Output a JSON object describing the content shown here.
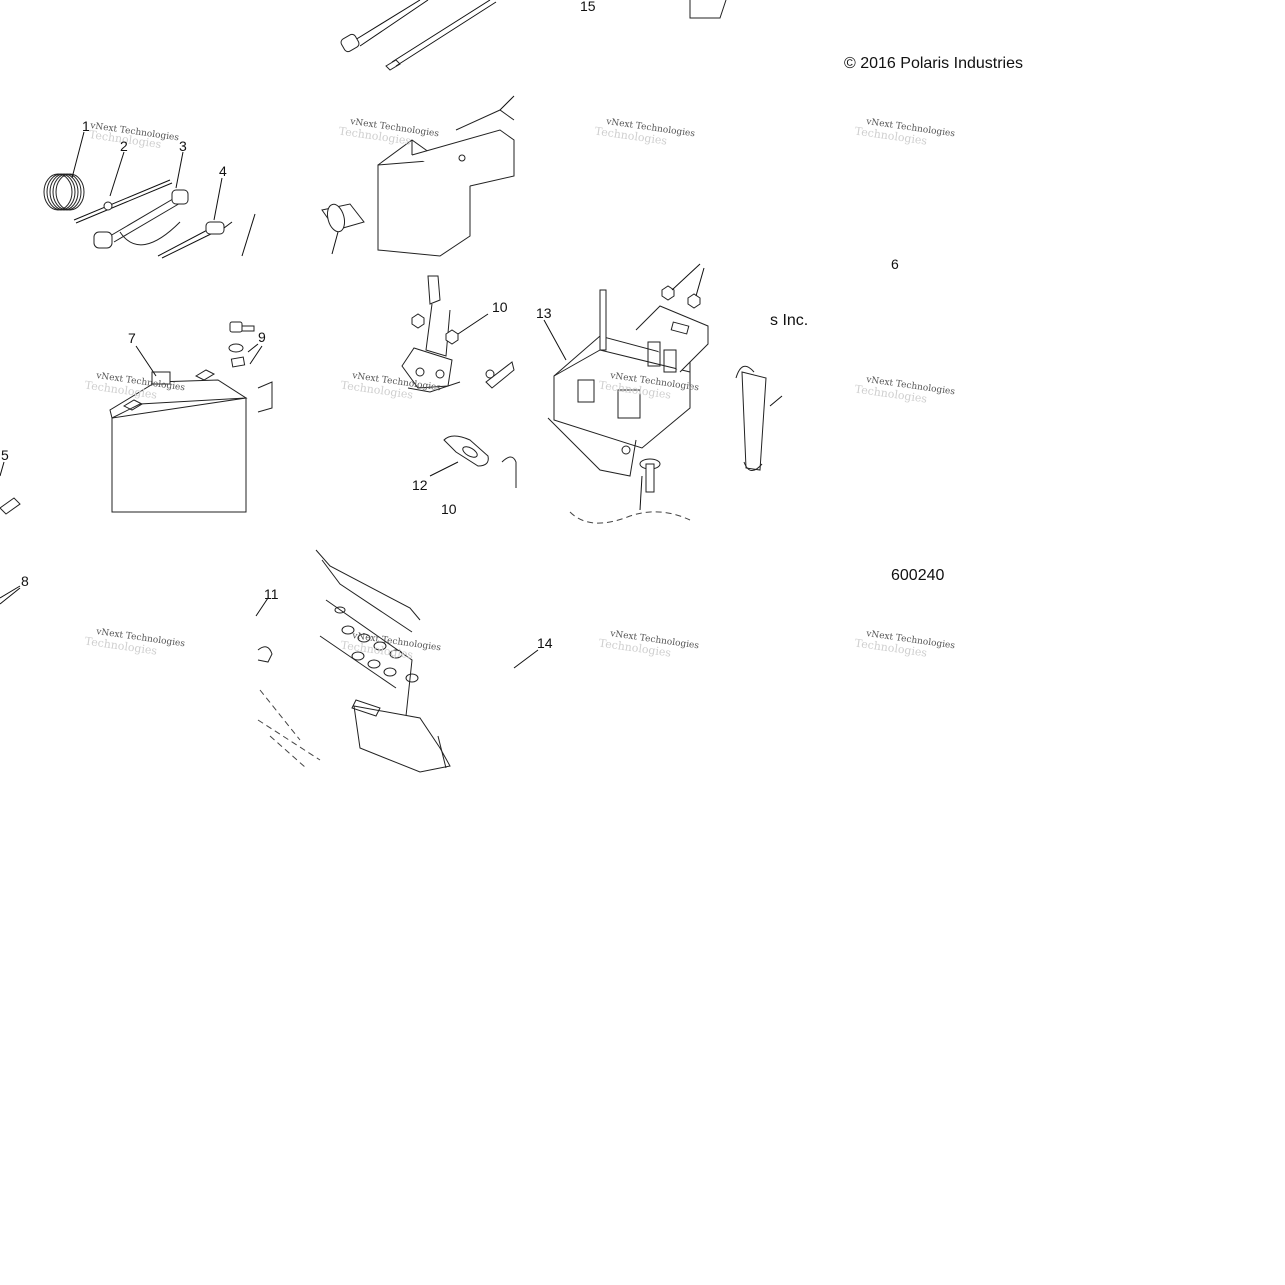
{
  "captions": {
    "copyright_top": "© 2016 Polaris Industries",
    "copyright_fragment": "s Inc.",
    "drawing_number": "600240"
  },
  "watermark": {
    "line1": "vNext Technologies",
    "line2": "Technologies"
  },
  "callouts": {
    "c1": "1",
    "c2": "2",
    "c3": "3",
    "c4": "4",
    "c5": "5",
    "c6": "6",
    "c7": "7",
    "c8": "8",
    "c9": "9",
    "c10a": "10",
    "c10b": "10",
    "c11": "11",
    "c12": "12",
    "c13": "13",
    "c14": "14",
    "c15": "15"
  }
}
